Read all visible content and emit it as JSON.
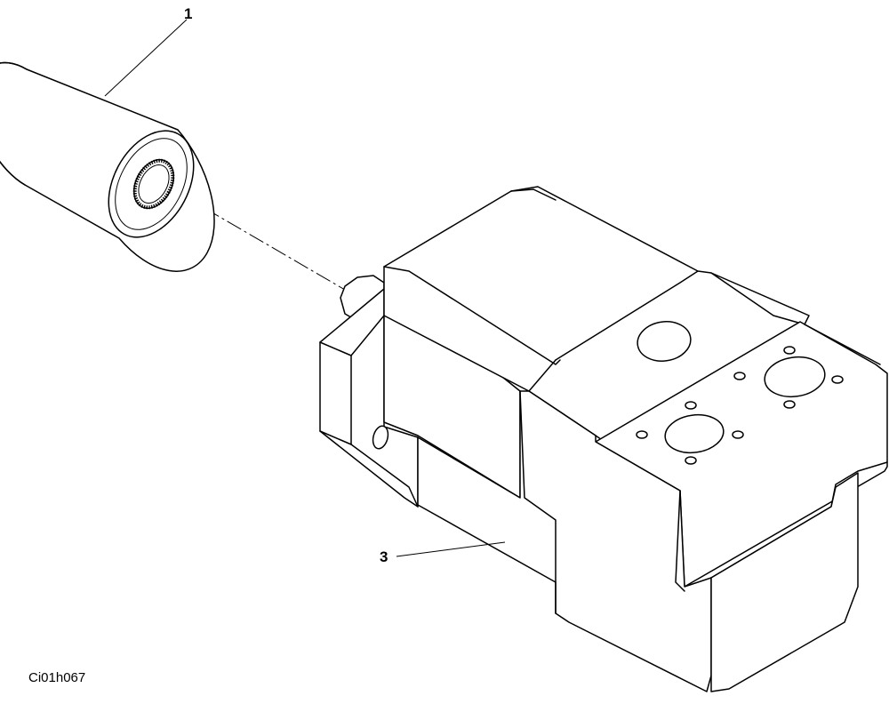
{
  "callouts": {
    "part1": "1",
    "part3": "3"
  },
  "figure_id": "Ci01h067"
}
